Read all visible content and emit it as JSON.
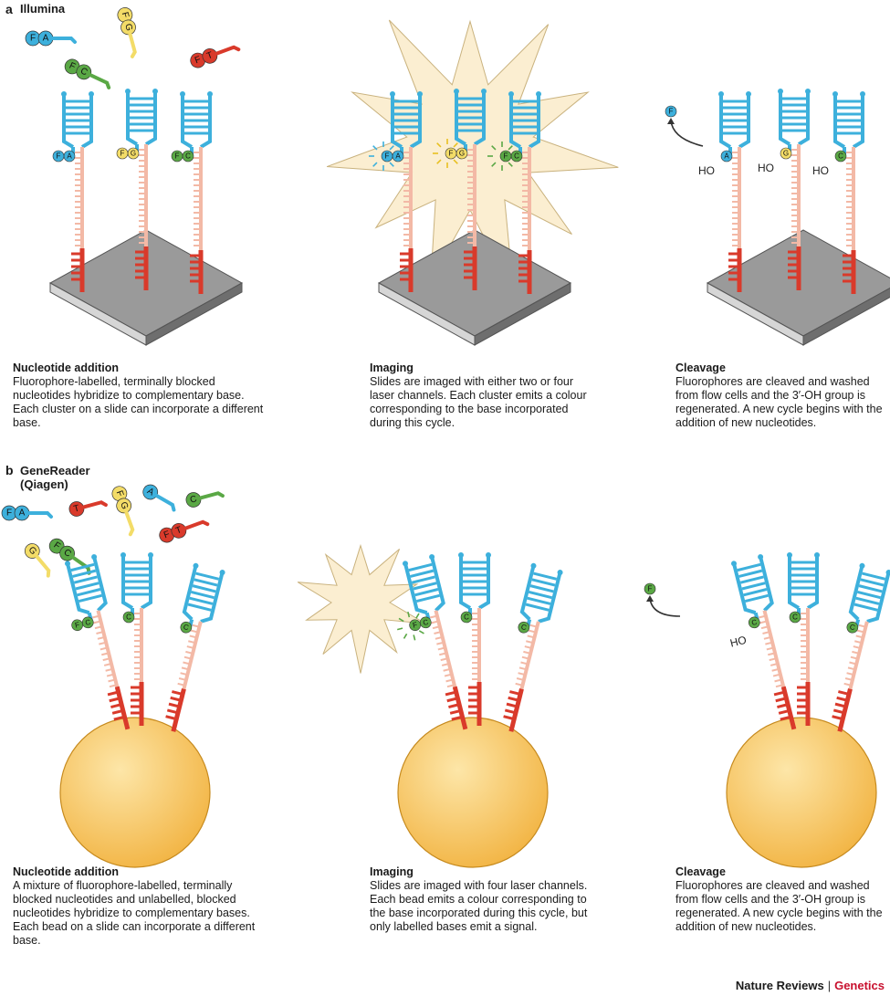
{
  "panel_a": {
    "letter": "a",
    "name": "Illumina",
    "steps": [
      {
        "title": "Nucleotide addition",
        "text": "Fluorophore-labelled, terminally blocked nucleotides hybridize to complementary base. Each cluster on a slide can incorporate a different base."
      },
      {
        "title": "Imaging",
        "text": "Slides are imaged with either two or four laser channels. Each cluster emits a colour corresponding to the base incorporated during this cycle."
      },
      {
        "title": "Cleavage",
        "text": "Fluorophores are cleaved and washed from flow cells and the 3′-OH group is regenerated. A new cycle begins with the addition of new nucleotides."
      }
    ]
  },
  "panel_b": {
    "letter": "b",
    "name_line1": "GeneReader",
    "name_line2": "(Qiagen)",
    "steps": [
      {
        "title": "Nucleotide addition",
        "text": "A mixture of fluorophore-labelled, terminally blocked nucleotides and unlabelled, blocked nucleotides hybridize to complementary bases. Each bead on a slide can incorporate a different base."
      },
      {
        "title": "Imaging",
        "text": "Slides are imaged with four laser channels. Each bead emits a colour corresponding to the base incorporated during this cycle, but only labelled bases emit a signal."
      },
      {
        "title": "Cleavage",
        "text": "Fluorophores are cleaved and washed from flow cells and the 3′-OH group is regenerated. A new cycle begins with the addition of new nucleotides."
      }
    ]
  },
  "labels": {
    "fluor": "F",
    "base_a": "A",
    "base_c": "C",
    "base_g": "G",
    "base_t": "T",
    "ho": "HO"
  },
  "footer": {
    "journal": "Nature Reviews",
    "section": "Genetics"
  },
  "colors": {
    "adapter_blue": "#3db0dc",
    "strand_pink": "#f3b9a6",
    "anchor_red": "#d93a2b",
    "base_green": "#5aa845",
    "base_yellow": "#f3dc68",
    "slide_top": "#9a9a9a",
    "bead": "#f5c15a",
    "burst": "#fbeed1",
    "accent": "#c8102e"
  }
}
